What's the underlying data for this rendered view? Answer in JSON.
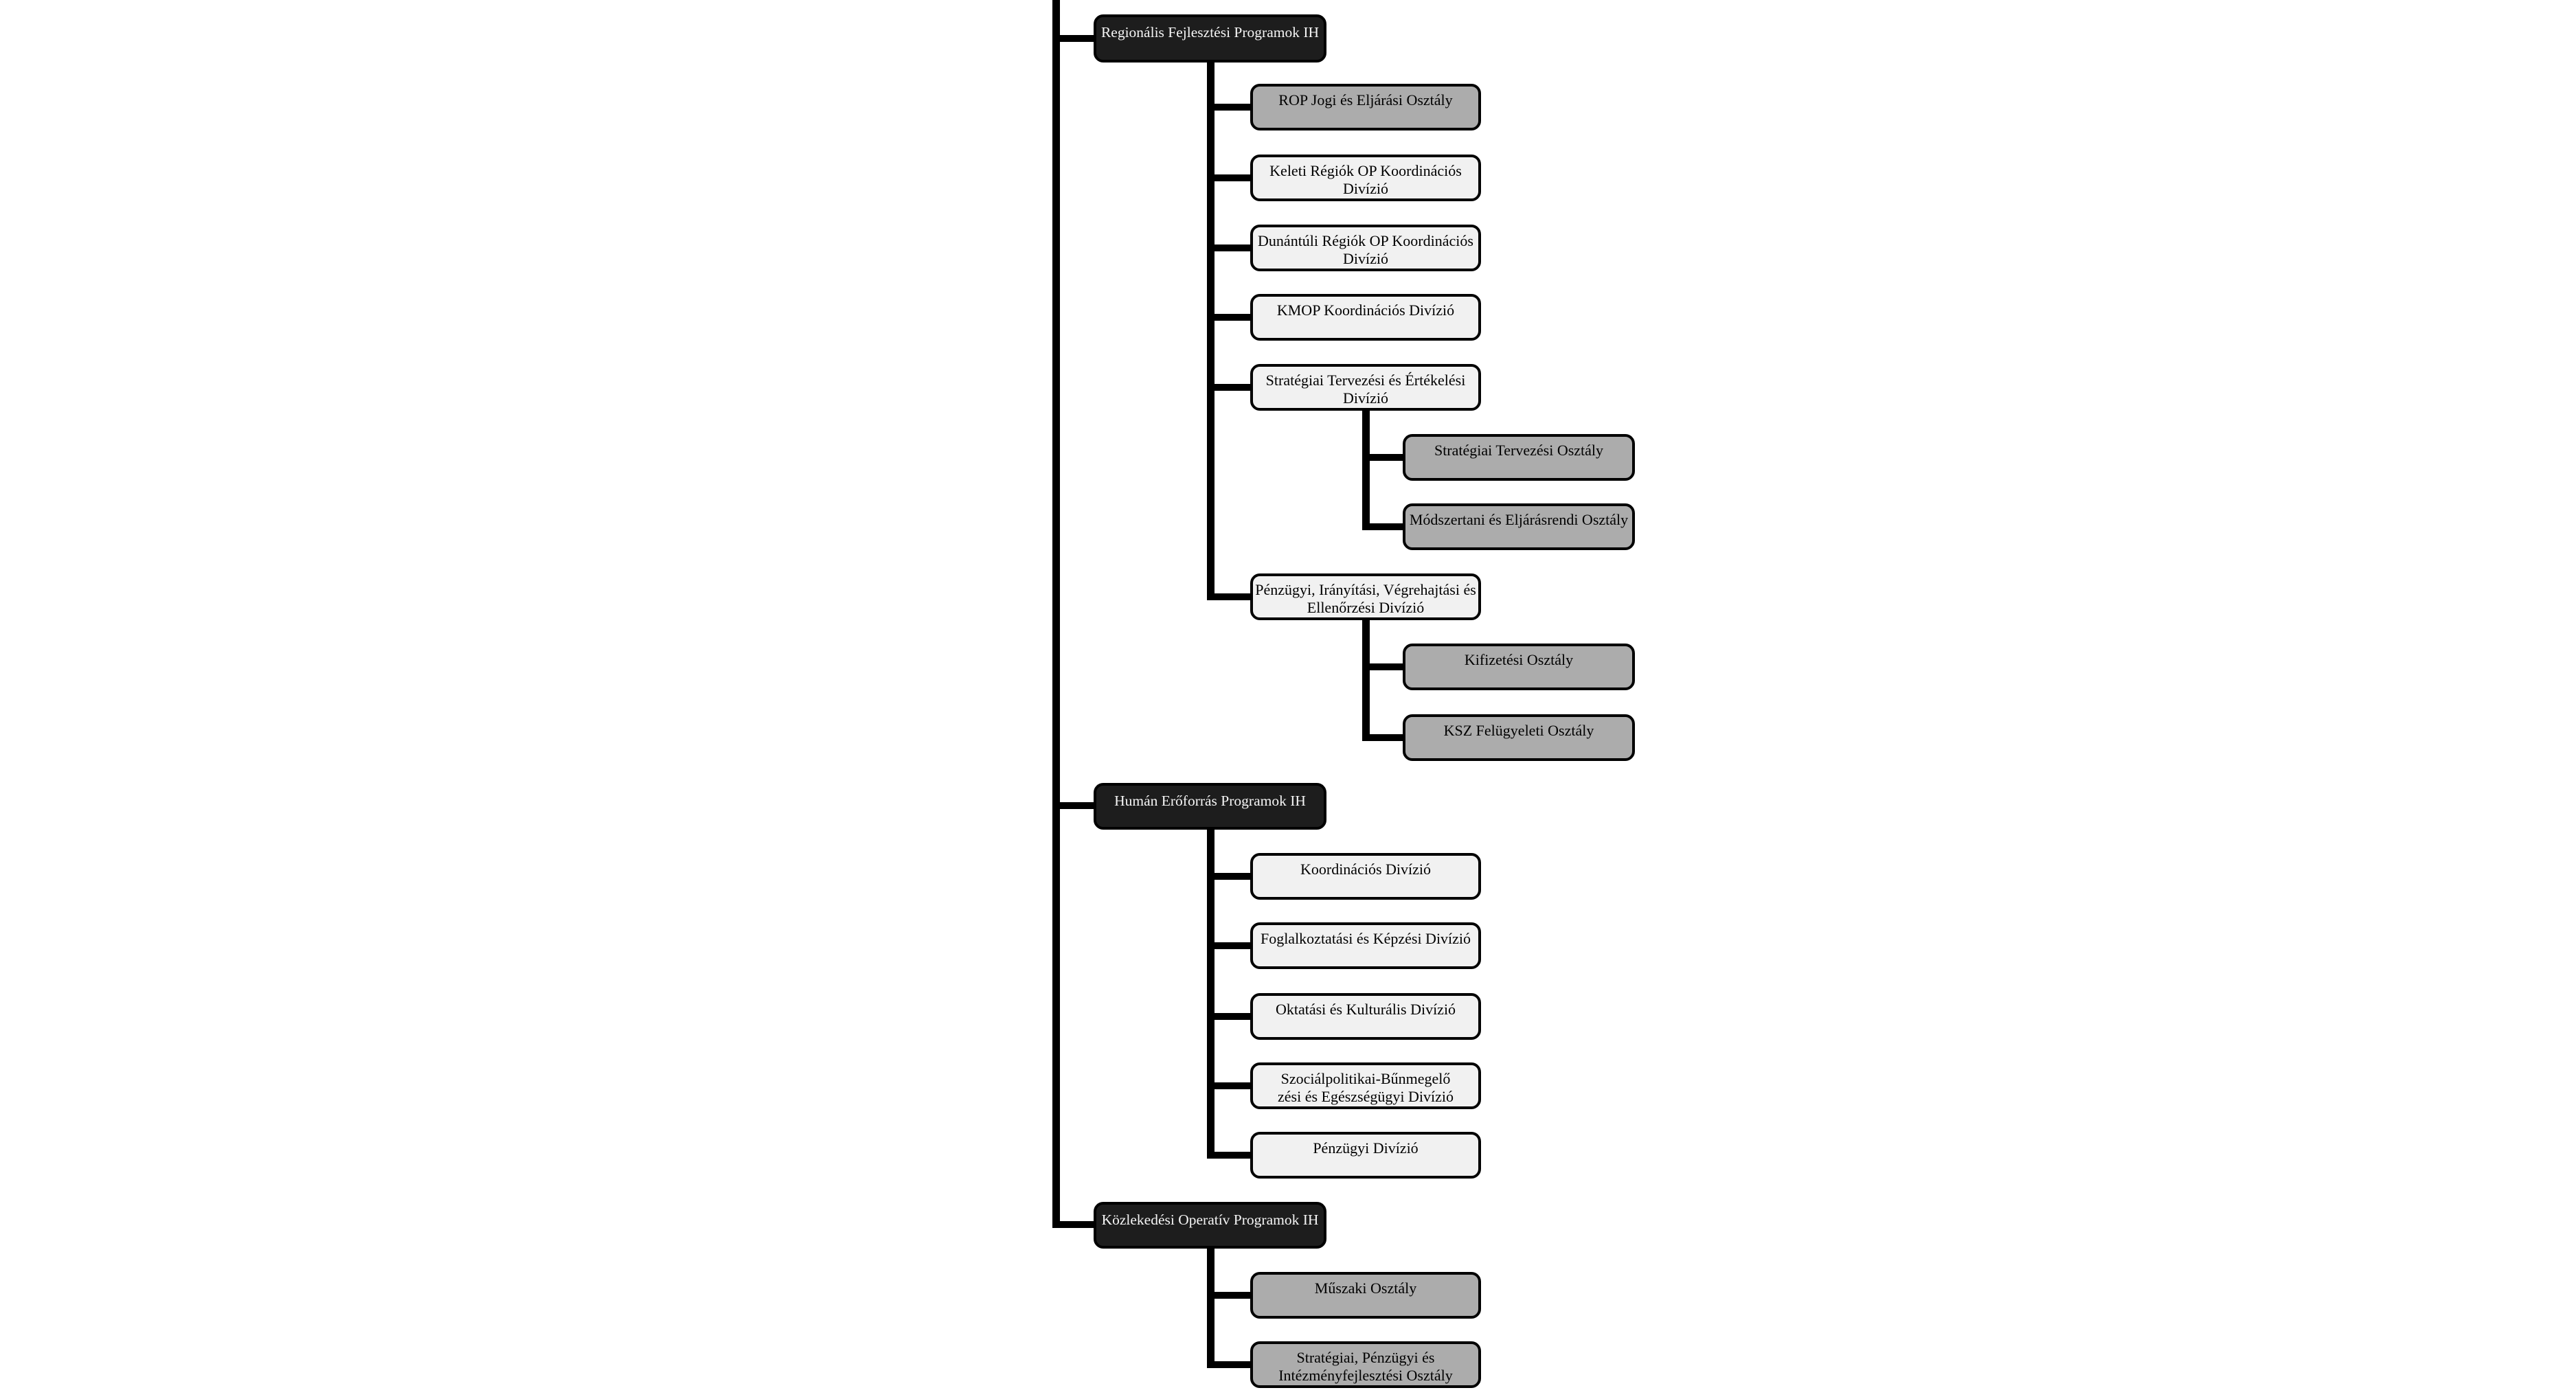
{
  "page": {
    "background": "#ffffff",
    "diagram_type": "org-chart"
  },
  "colors": {
    "line": "#000000",
    "border": "#000000",
    "dark_fill": "#1d1d1d",
    "dark_text": "#f5f5f5",
    "gray_fill": "#acacac",
    "light_fill": "#f1f1f1",
    "text": "#000000"
  },
  "org_chart": {
    "groups": [
      {
        "label": "Regionális Fejlesztési Programok IH",
        "variant": "dark",
        "children": [
          {
            "label": "ROP Jogi és Eljárási Osztály",
            "variant": "gray"
          },
          {
            "label": "Keleti Régiók OP Koordinációs\nDivízió",
            "variant": "light"
          },
          {
            "label": "Dunántúli Régiók OP Koordinációs\nDivízió",
            "variant": "light"
          },
          {
            "label": "KMOP Koordinációs Divízió",
            "variant": "light"
          },
          {
            "label": "Stratégiai Tervezési és Értékelési\nDivízió",
            "variant": "light",
            "children": [
              {
                "label": "Stratégiai Tervezési Osztály",
                "variant": "gray"
              },
              {
                "label": "Módszertani és Eljárásrendi Osztály",
                "variant": "gray"
              }
            ]
          },
          {
            "label": "Pénzügyi, Irányítási, Végrehajtási és\nEllenőrzési Divízió",
            "variant": "light",
            "children": [
              {
                "label": "Kifizetési Osztály",
                "variant": "gray"
              },
              {
                "label": "KSZ Felügyeleti Osztály",
                "variant": "gray"
              }
            ]
          }
        ]
      },
      {
        "label": "Humán Erőforrás Programok IH",
        "variant": "dark",
        "children": [
          {
            "label": "Koordinációs Divízió",
            "variant": "light"
          },
          {
            "label": "Foglalkoztatási és Képzési Divízió",
            "variant": "light"
          },
          {
            "label": "Oktatási és Kulturális Divízió",
            "variant": "light"
          },
          {
            "label": "Szociálpolitikai-Bűnmegelő\nzési és Egészségügyi Divízió",
            "variant": "light"
          },
          {
            "label": "Pénzügyi Divízió",
            "variant": "light"
          }
        ]
      },
      {
        "label": "Közlekedési Operatív Programok IH",
        "variant": "dark",
        "children": [
          {
            "label": "Műszaki Osztály",
            "variant": "gray"
          },
          {
            "label": "Stratégiai, Pénzügyi és\nIntézményfejlesztési Osztály",
            "variant": "gray"
          }
        ]
      }
    ]
  }
}
